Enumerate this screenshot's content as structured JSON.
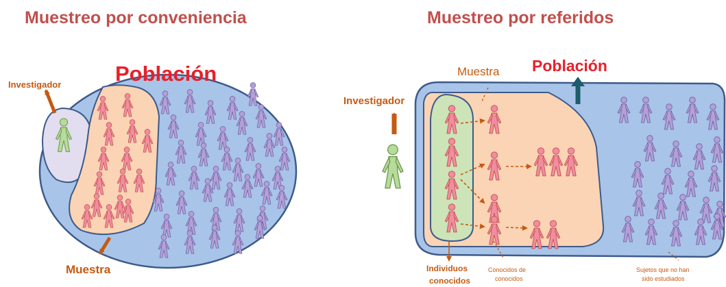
{
  "left_diagram": {
    "title": "Muestreo por conveniencia",
    "population_label": "Población",
    "researcher_label": "Investigador",
    "sample_label": "Muestra"
  },
  "right_diagram": {
    "title": "Muestreo por referidos",
    "population_label": "Población",
    "researcher_label": "Investigador",
    "sample_label": "Muestra",
    "known_individuals_label": [
      "Individuos",
      "conocidos"
    ],
    "known_of_known_label": [
      "Conocidos de",
      "conocidos"
    ],
    "unstudied_subjects_label": [
      "Sujetos que no han",
      "sido estudiados"
    ]
  },
  "colors": {
    "title": "#c0504d",
    "population_label": "#e8202a",
    "annotation": "#c55a11",
    "population_fill": "#a8c4e8",
    "population_stroke": "#3d5a8a",
    "sample_fill": "#fad4b4",
    "researcher_zone_fill": "#e2ddef",
    "known_zone_fill": "#cde3b8",
    "sampled_person": "#f28ca0",
    "unsampled_person": "#b3a0d6",
    "researcher_person": "#b6db9a",
    "arrow_orange": "#c55a11",
    "arrow_teal": "#1f5c6b"
  }
}
